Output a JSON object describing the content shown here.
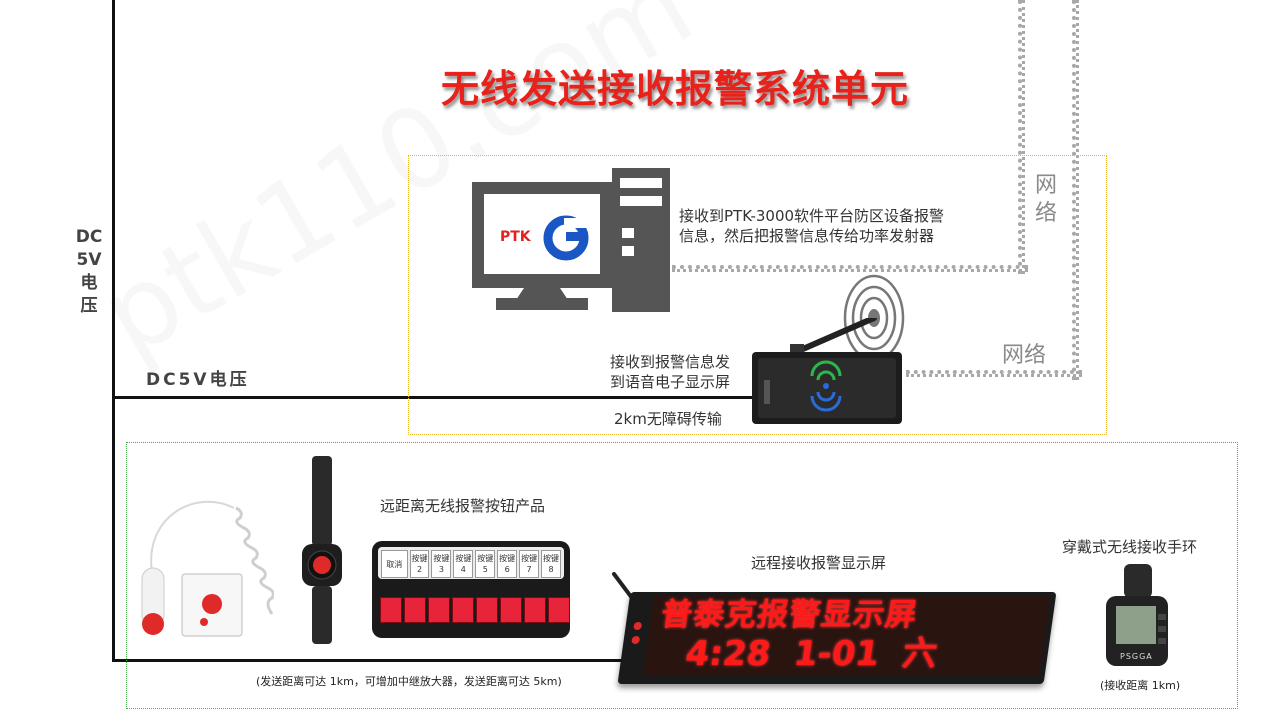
{
  "title": "无线发送接收报警系统单元",
  "power": {
    "vertical_label": [
      "DC",
      "5V",
      "电",
      "压"
    ],
    "horizontal_label": "DC5V电压"
  },
  "network": {
    "label_vertical": [
      "网",
      "络"
    ],
    "label_horizontal": "网络"
  },
  "computer": {
    "brand_text": "PTK",
    "description": [
      "接收到PTK-3000软件平台防区设备报警",
      "信息，然后把报警信息传给功率发射器"
    ]
  },
  "transmitter": {
    "description": [
      "接收到报警信息发",
      "到语音电子显示屏"
    ],
    "range_label": "2km无障碍传输"
  },
  "products": {
    "buttons_label": "远距离无线报警按钮产品",
    "buttons_note": "(发送距离可达 1km，可增加中继放大器，发送距离可达 5km)",
    "keypad_cancel": "取消",
    "keypad_keys": [
      "按键2",
      "按键3",
      "按键4",
      "按键5",
      "按键6",
      "按键7",
      "按键8"
    ],
    "display_label": "远程接收报警显示屏",
    "display_line1": "普泰克报警显示屏",
    "display_line2": "4:28  1-01  六",
    "wristband_label": "穿戴式无线接收手环",
    "wristband_note": "(接收距离 1km)",
    "wristband_brand": "PSGGA"
  },
  "watermark": "ptk110.com",
  "colors": {
    "title": "#e8211a",
    "frame_yellow": "#f0b429",
    "frame_green": "#4caf50",
    "network_dots": "#a8a8a8",
    "led": "#ff1a1a"
  }
}
